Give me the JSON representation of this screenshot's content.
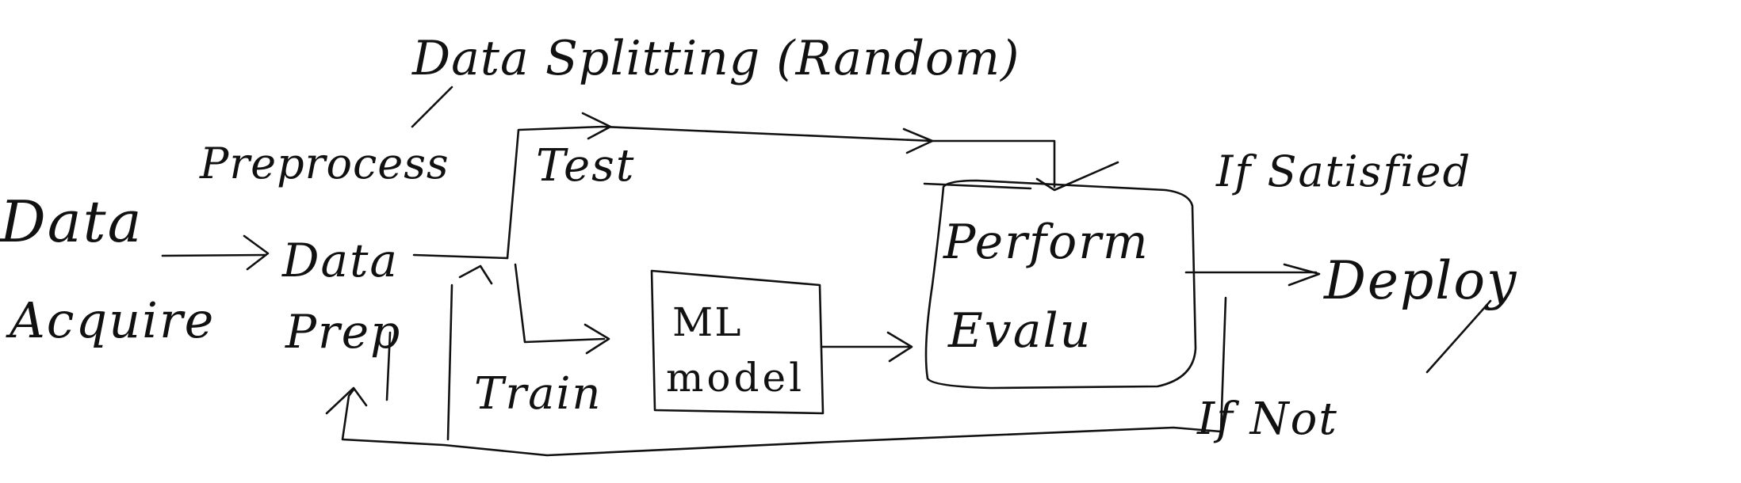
{
  "labels": {
    "data_acquire_1": "Data",
    "data_acquire_2": "Acquire",
    "preprocess": "Preprocess",
    "prep_data_1": "Data",
    "prep_data_2": "Prep",
    "data_splitting": "Data Splitting (Random)",
    "test": "Test",
    "train": "Train",
    "ml_model_1": "ML",
    "ml_model_2": "model",
    "perf_eval_1": "Perform",
    "perf_eval_2": "Evalu",
    "if_satisfied": "If Satisfied",
    "deploy": "Deploy",
    "if_not": "If Not"
  }
}
